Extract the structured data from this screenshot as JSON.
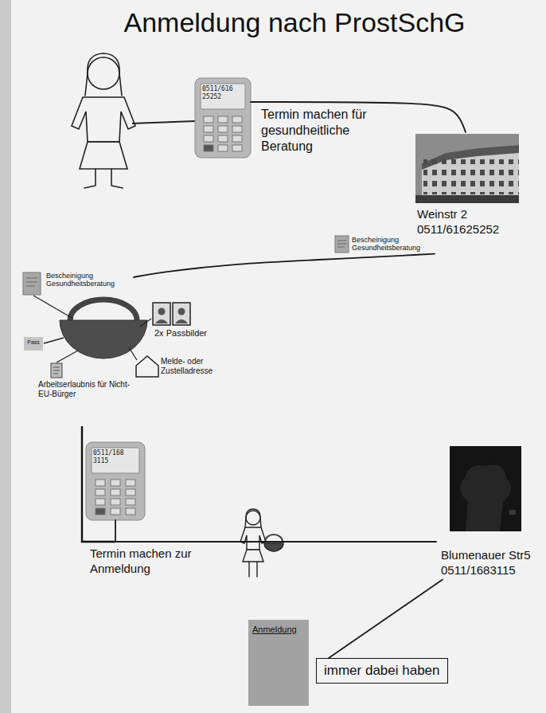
{
  "diagram": {
    "title": "Anmeldung nach ProstSchG",
    "nodes": [
      {
        "text": [
          "0511/616 25252"
        ]
      },
      {
        "text": [
          "Weinstr 2",
          "0511/61625252"
        ]
      },
      {
        "text": [
          "Bescheinigung Gesundheitsberatung"
        ]
      },
      {
        "text": [
          "Bescheinigung Gesundheitsberatung"
        ]
      },
      {
        "text": [
          "2x Passbilder"
        ]
      },
      {
        "text": [
          "Pass"
        ]
      },
      {
        "text": [
          "Melde- oder Zustelladresse"
        ]
      },
      {
        "text": [
          "Arbeitserlaubnis für Nicht-EU-Bürger"
        ]
      },
      {
        "text": [
          "0511/168 3115"
        ]
      },
      {
        "text": [
          "Blumenauer Str5",
          "0511/1683115"
        ]
      },
      {
        "text": [
          "Anmeldung"
        ]
      },
      {
        "text": [
          "immer dabei haben"
        ]
      }
    ],
    "edges": [
      {
        "from": 0,
        "to": 1,
        "arrow": "none",
        "label": "Termin machen für gesundheitliche Beratung"
      },
      {
        "from": 2,
        "to": 3,
        "arrow": "none"
      },
      {
        "from": 8,
        "to": 9,
        "arrow": "none",
        "label": "Termin machen zur Anmeldung"
      },
      {
        "from": 9,
        "to": 11,
        "arrow": "none"
      }
    ]
  }
}
